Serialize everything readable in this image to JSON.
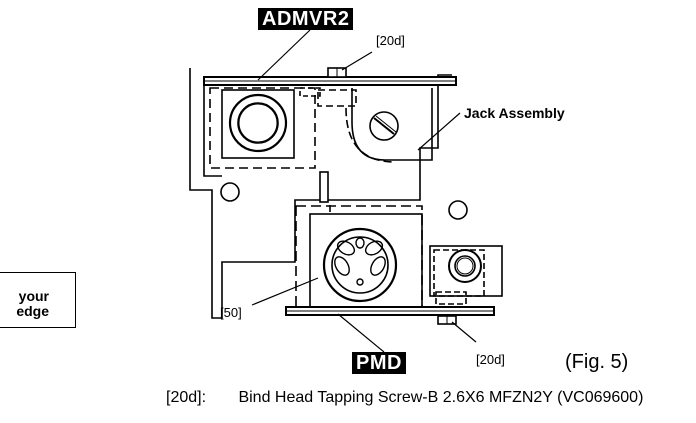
{
  "labels": {
    "admvr2": "ADMVR2",
    "pmd": "PMD",
    "screw_top": "[20d]",
    "screw_bottom": "[20d]",
    "jack_assembly": "Jack Assembly",
    "screw_50": "[50]",
    "fig": "(Fig. 5)"
  },
  "side_box": {
    "line1": "your",
    "line2": "edge"
  },
  "note": {
    "key": "[20d]:",
    "text": "Bind Head Tapping Screw-B 2.6X6  MFZN2Y (VC069600)"
  }
}
